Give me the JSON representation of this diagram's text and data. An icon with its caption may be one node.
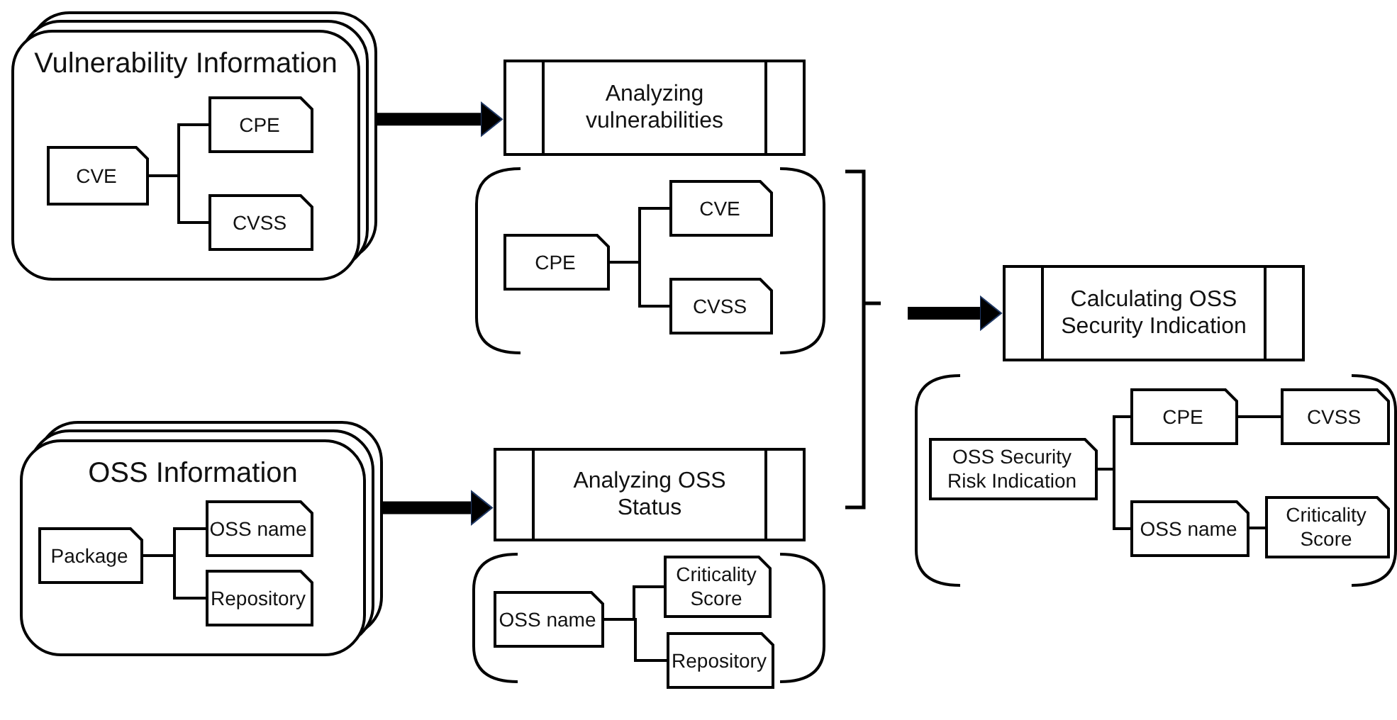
{
  "diagram": {
    "nodes": [
      {
        "text": [
          "Vulnerability Information"
        ]
      },
      {
        "text": [
          "CVE"
        ],
        "in": 0
      },
      {
        "text": [
          "CPE"
        ],
        "in": 0
      },
      {
        "text": [
          "CVSS"
        ],
        "in": 0
      },
      {
        "text": [
          "OSS Information"
        ]
      },
      {
        "text": [
          "Package"
        ],
        "in": 4
      },
      {
        "text": [
          "OSS name"
        ],
        "in": 4
      },
      {
        "text": [
          "Repository"
        ],
        "in": 4
      },
      {
        "text": [
          "Analyzing vulnerabilities"
        ]
      },
      {
        "text": [],
        "shape": "bracket"
      },
      {
        "text": [
          "CPE"
        ],
        "in": 9
      },
      {
        "text": [
          "CVE"
        ],
        "in": 9
      },
      {
        "text": [
          "CVSS"
        ],
        "in": 9
      },
      {
        "text": [
          "Analyzing OSS Status"
        ]
      },
      {
        "text": [],
        "shape": "bracket"
      },
      {
        "text": [
          "OSS name"
        ],
        "in": 14
      },
      {
        "text": [
          "Criticality Score"
        ],
        "in": 14
      },
      {
        "text": [
          "Repository"
        ],
        "in": 14
      },
      {
        "text": [
          "Calculating OSS Security Indication"
        ]
      },
      {
        "text": [],
        "shape": "bracket"
      },
      {
        "text": [
          "OSS Security Risk Indication"
        ],
        "in": 19
      },
      {
        "text": [
          "CPE"
        ],
        "in": 19
      },
      {
        "text": [
          "CVSS"
        ],
        "in": 19
      },
      {
        "text": [
          "OSS name"
        ],
        "in": 19
      },
      {
        "text": [
          "Criticality Score"
        ],
        "in": 19
      }
    ],
    "edges": [
      {
        "from": 1,
        "to": 2,
        "arrow": "none"
      },
      {
        "from": 1,
        "to": 3,
        "arrow": "none"
      },
      {
        "from": 5,
        "to": 6,
        "arrow": "none"
      },
      {
        "from": 5,
        "to": 7,
        "arrow": "none"
      },
      {
        "from": 10,
        "to": 11,
        "arrow": "none"
      },
      {
        "from": 10,
        "to": 12,
        "arrow": "none"
      },
      {
        "from": 15,
        "to": 16,
        "arrow": "none"
      },
      {
        "from": 15,
        "to": 17,
        "arrow": "none"
      },
      {
        "from": 20,
        "to": 21,
        "arrow": "none"
      },
      {
        "from": 21,
        "to": 22,
        "arrow": "none"
      },
      {
        "from": 20,
        "to": 23,
        "arrow": "none"
      },
      {
        "from": 23,
        "to": 24,
        "arrow": "none"
      },
      {
        "from": 0,
        "to": 8,
        "arrow": "to",
        "style": "thick"
      },
      {
        "from": 4,
        "to": 13,
        "arrow": "to",
        "style": "thick"
      },
      {
        "from": null,
        "to": 18,
        "arrow": "to",
        "style": "thick"
      }
    ]
  }
}
